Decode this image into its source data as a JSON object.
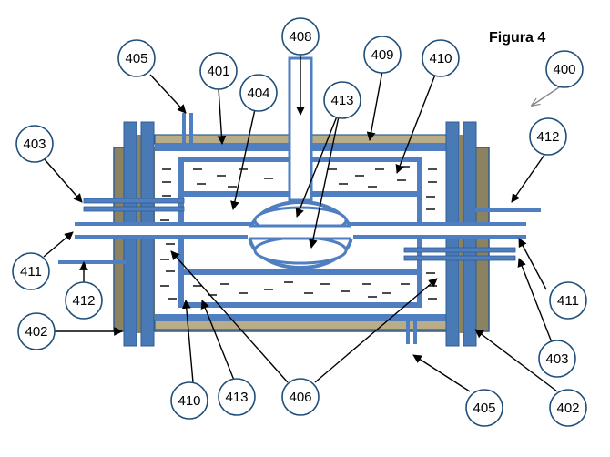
{
  "figure": {
    "title": "Figura 4"
  },
  "colors": {
    "flange": "#4a7ab5",
    "flange_dark": "#2d5d94",
    "wall_tan": "#8d8260",
    "tube_blue": "#4f7fc0",
    "liquid_bg": "#ffffff",
    "arrow": "#000000",
    "circle_stroke": "#1f4e79"
  },
  "callouts": [
    {
      "id": "c400",
      "label": "400"
    },
    {
      "id": "c401",
      "label": "401"
    },
    {
      "id": "c402a",
      "label": "402"
    },
    {
      "id": "c402b",
      "label": "402"
    },
    {
      "id": "c403a",
      "label": "403"
    },
    {
      "id": "c403b",
      "label": "403"
    },
    {
      "id": "c404",
      "label": "404"
    },
    {
      "id": "c405a",
      "label": "405"
    },
    {
      "id": "c405b",
      "label": "405"
    },
    {
      "id": "c406",
      "label": "406"
    },
    {
      "id": "c408",
      "label": "408"
    },
    {
      "id": "c409",
      "label": "409"
    },
    {
      "id": "c410a",
      "label": "410"
    },
    {
      "id": "c410b",
      "label": "410"
    },
    {
      "id": "c411a",
      "label": "411"
    },
    {
      "id": "c411b",
      "label": "411"
    },
    {
      "id": "c412a",
      "label": "412"
    },
    {
      "id": "c412b",
      "label": "412"
    },
    {
      "id": "c413a",
      "label": "413"
    },
    {
      "id": "c413b",
      "label": "413"
    }
  ]
}
